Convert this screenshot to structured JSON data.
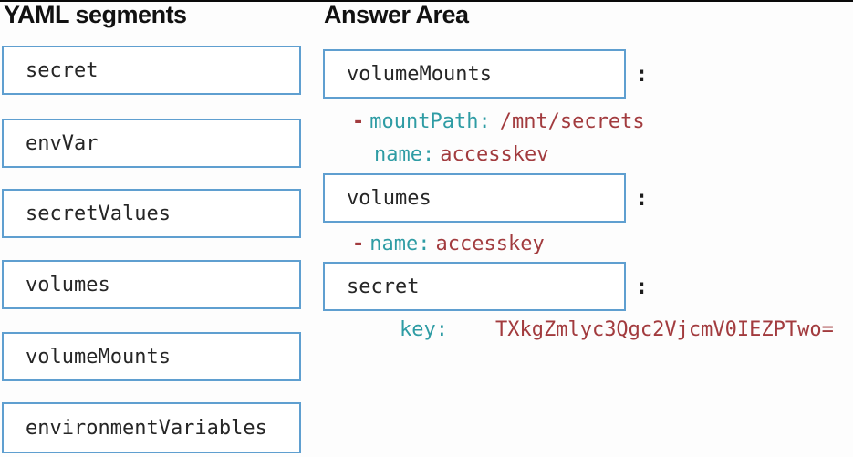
{
  "left_panel": {
    "title": "YAML segments",
    "segments": [
      {
        "label": "secret"
      },
      {
        "label": "envVar"
      },
      {
        "label": "secretValues"
      },
      {
        "label": "volumes"
      },
      {
        "label": "volumeMounts"
      },
      {
        "label": "environmentVariables"
      }
    ]
  },
  "answer_area": {
    "title": "Answer Area",
    "entries": [
      {
        "box_label": "volumeMounts",
        "colon": ":",
        "lines": [
          {
            "dash": "-",
            "key": "mountPath:",
            "value": "/mnt/secrets"
          },
          {
            "key": "name:",
            "value": "accesskev"
          }
        ]
      },
      {
        "box_label": "volumes",
        "colon": ":",
        "lines": [
          {
            "dash": "-",
            "key": "name:",
            "value": "accesskey"
          }
        ]
      },
      {
        "box_label": "secret",
        "colon": ":",
        "lines": [
          {
            "key": "key:",
            "value": "TXkgZmlyc3Qgc2VjcmV0IEZPTwo="
          }
        ]
      }
    ]
  },
  "colors": {
    "box_border": "#5f9fd0",
    "box_text": "#262626",
    "yaml_key": "#2e9ca4",
    "yaml_value": "#a23b3e",
    "heading": "#111111"
  }
}
